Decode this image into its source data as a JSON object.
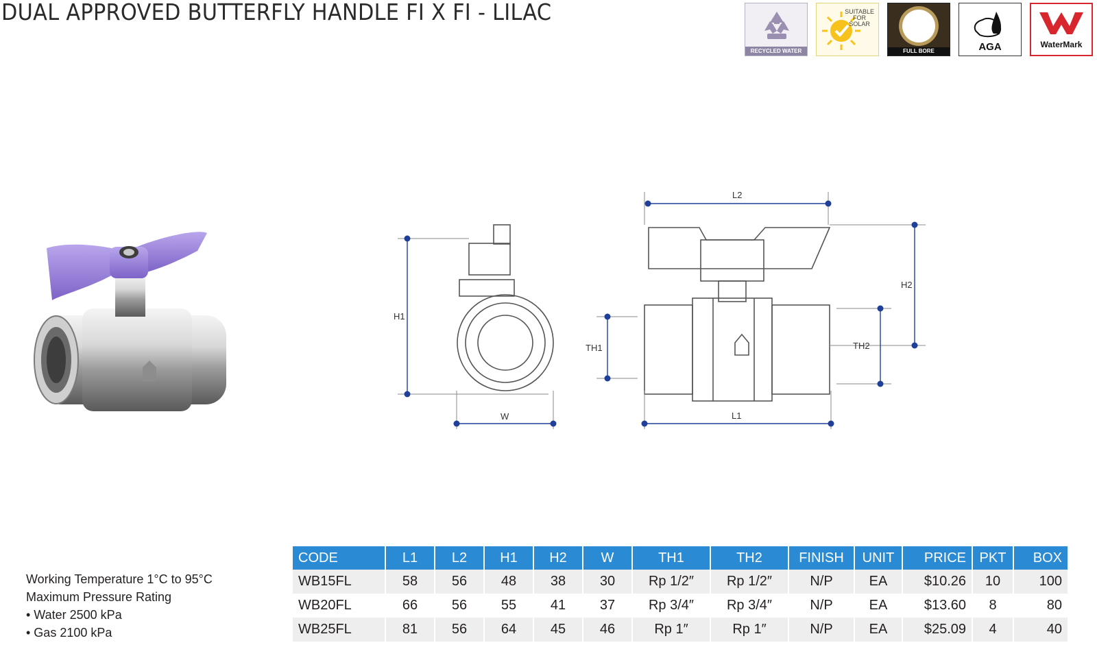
{
  "title": "DUAL APPROVED BUTTERFLY HANDLE FI X FI - LILAC",
  "badges": {
    "recycled": {
      "label": "RECYCLED WATER",
      "icon": "recycle-icon",
      "color": "#8e84a3"
    },
    "solar": {
      "label_lines": [
        "SUITABLE",
        "FOR",
        "SOLAR"
      ],
      "icon": "sun-check-icon",
      "color": "#f7c21b"
    },
    "fullbore": {
      "label": "FULL BORE",
      "icon": "full-bore-ring-icon"
    },
    "aga": {
      "label": "AGA",
      "icon": "aga-flame-map-icon"
    },
    "watermark": {
      "label": "WaterMark",
      "icon": "watermark-w-icon",
      "color": "#d7262e"
    }
  },
  "diagram": {
    "labels": {
      "h1": "H1",
      "w": "W",
      "l1": "L1",
      "l2": "L2",
      "h2": "H2",
      "th1": "TH1",
      "th2": "TH2"
    },
    "dot_color": "#1f3f99",
    "line_color": "#555555"
  },
  "specs": {
    "working_temperature": "Working Temperature  1°C to 95°C",
    "pressure_heading": "Maximum Pressure Rating",
    "water": "• Water 2500 kPa",
    "gas": "• Gas 2100 kPa"
  },
  "table": {
    "header_color": "#2a8bd4",
    "headers": [
      "CODE",
      "L1",
      "L2",
      "H1",
      "H2",
      "W",
      "TH1",
      "TH2",
      "FINISH",
      "UNIT",
      "PRICE",
      "PKT",
      "BOX"
    ],
    "rows": [
      [
        "WB15FL",
        "58",
        "56",
        "48",
        "38",
        "30",
        "Rp 1/2″",
        "Rp 1/2″",
        "N/P",
        "EA",
        "$10.26",
        "10",
        "100"
      ],
      [
        "WB20FL",
        "66",
        "56",
        "55",
        "41",
        "37",
        "Rp 3/4″",
        "Rp 3/4″",
        "N/P",
        "EA",
        "$13.60",
        "8",
        "80"
      ],
      [
        "WB25FL",
        "81",
        "56",
        "64",
        "45",
        "46",
        "Rp 1″",
        "Rp 1″",
        "N/P",
        "EA",
        "$25.09",
        "4",
        "40"
      ]
    ]
  }
}
